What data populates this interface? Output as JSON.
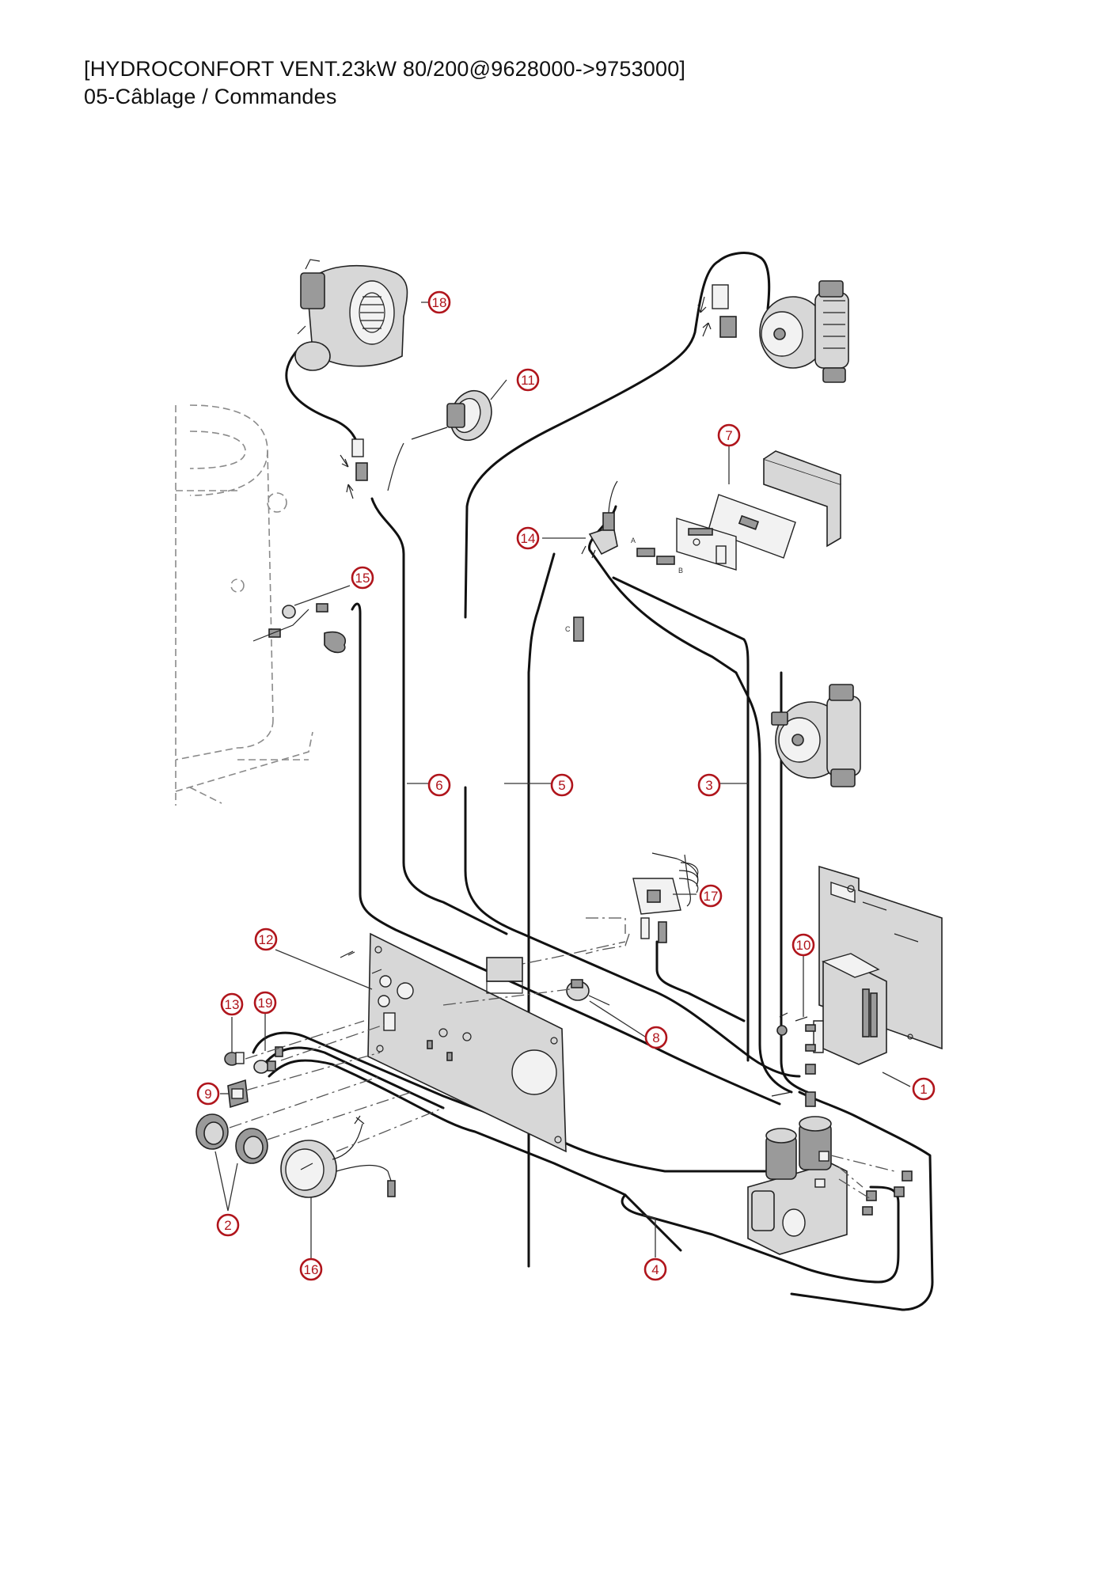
{
  "header": {
    "title": "[HYDROCONFORT VENT.23kW 80/200@9628000->9753000]",
    "subtitle": "05-Câblage / Commandes"
  },
  "connector_letters": {
    "a": "A",
    "b": "B",
    "c": "C"
  },
  "callouts": [
    {
      "id": "18",
      "label": "18"
    },
    {
      "id": "11",
      "label": "11"
    },
    {
      "id": "7",
      "label": "7"
    },
    {
      "id": "14",
      "label": "14"
    },
    {
      "id": "15",
      "label": "15"
    },
    {
      "id": "6",
      "label": "6"
    },
    {
      "id": "5",
      "label": "5"
    },
    {
      "id": "3",
      "label": "3"
    },
    {
      "id": "17",
      "label": "17"
    },
    {
      "id": "12",
      "label": "12"
    },
    {
      "id": "10",
      "label": "10"
    },
    {
      "id": "13",
      "label": "13"
    },
    {
      "id": "19",
      "label": "19"
    },
    {
      "id": "8",
      "label": "8"
    },
    {
      "id": "9",
      "label": "9"
    },
    {
      "id": "1",
      "label": "1"
    },
    {
      "id": "2",
      "label": "2"
    },
    {
      "id": "4",
      "label": "4"
    },
    {
      "id": "16",
      "label": "16"
    }
  ],
  "colors": {
    "callout": "#b0151c",
    "cable": "#111111",
    "part_fill": "#d7d7d7"
  }
}
